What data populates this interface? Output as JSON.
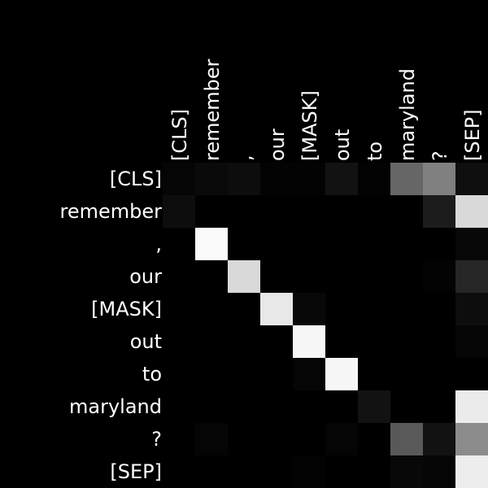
{
  "chart_data": {
    "type": "heatmap",
    "title": "",
    "xlabel": "",
    "ylabel": "",
    "x_tokens": [
      "[CLS]",
      "remember",
      ",",
      "our",
      "[MASK]",
      "out",
      "to",
      "maryland",
      "?",
      "[SEP]"
    ],
    "y_tokens": [
      "[CLS]",
      "remember",
      ",",
      "our",
      "[MASK]",
      "out",
      "to",
      "maryland",
      "?",
      "[SEP]"
    ],
    "value_range": [
      0,
      1
    ],
    "colormap": [
      "#000000",
      "#ffffff"
    ],
    "values": [
      [
        0.02,
        0.04,
        0.05,
        0.01,
        0.01,
        0.07,
        0.01,
        0.4,
        0.5,
        0.06
      ],
      [
        0.05,
        0.0,
        0.0,
        0.0,
        0.0,
        0.0,
        0.0,
        0.0,
        0.11,
        0.85
      ],
      [
        0.0,
        0.98,
        0.0,
        0.0,
        0.0,
        0.0,
        0.0,
        0.0,
        0.0,
        0.03
      ],
      [
        0.0,
        0.0,
        0.85,
        0.0,
        0.0,
        0.0,
        0.0,
        0.0,
        0.01,
        0.15
      ],
      [
        0.0,
        0.0,
        0.0,
        0.91,
        0.03,
        0.0,
        0.0,
        0.0,
        0.0,
        0.05
      ],
      [
        0.0,
        0.0,
        0.0,
        0.0,
        0.97,
        0.0,
        0.0,
        0.0,
        0.0,
        0.02
      ],
      [
        0.0,
        0.0,
        0.0,
        0.0,
        0.02,
        0.97,
        0.0,
        0.0,
        0.0,
        0.0
      ],
      [
        0.0,
        0.0,
        0.0,
        0.0,
        0.0,
        0.0,
        0.07,
        0.0,
        0.0,
        0.92
      ],
      [
        0.0,
        0.02,
        0.0,
        0.0,
        0.0,
        0.02,
        0.0,
        0.35,
        0.07,
        0.55
      ],
      [
        0.0,
        0.0,
        0.0,
        0.0,
        0.01,
        0.0,
        0.0,
        0.03,
        0.02,
        0.93
      ]
    ]
  }
}
